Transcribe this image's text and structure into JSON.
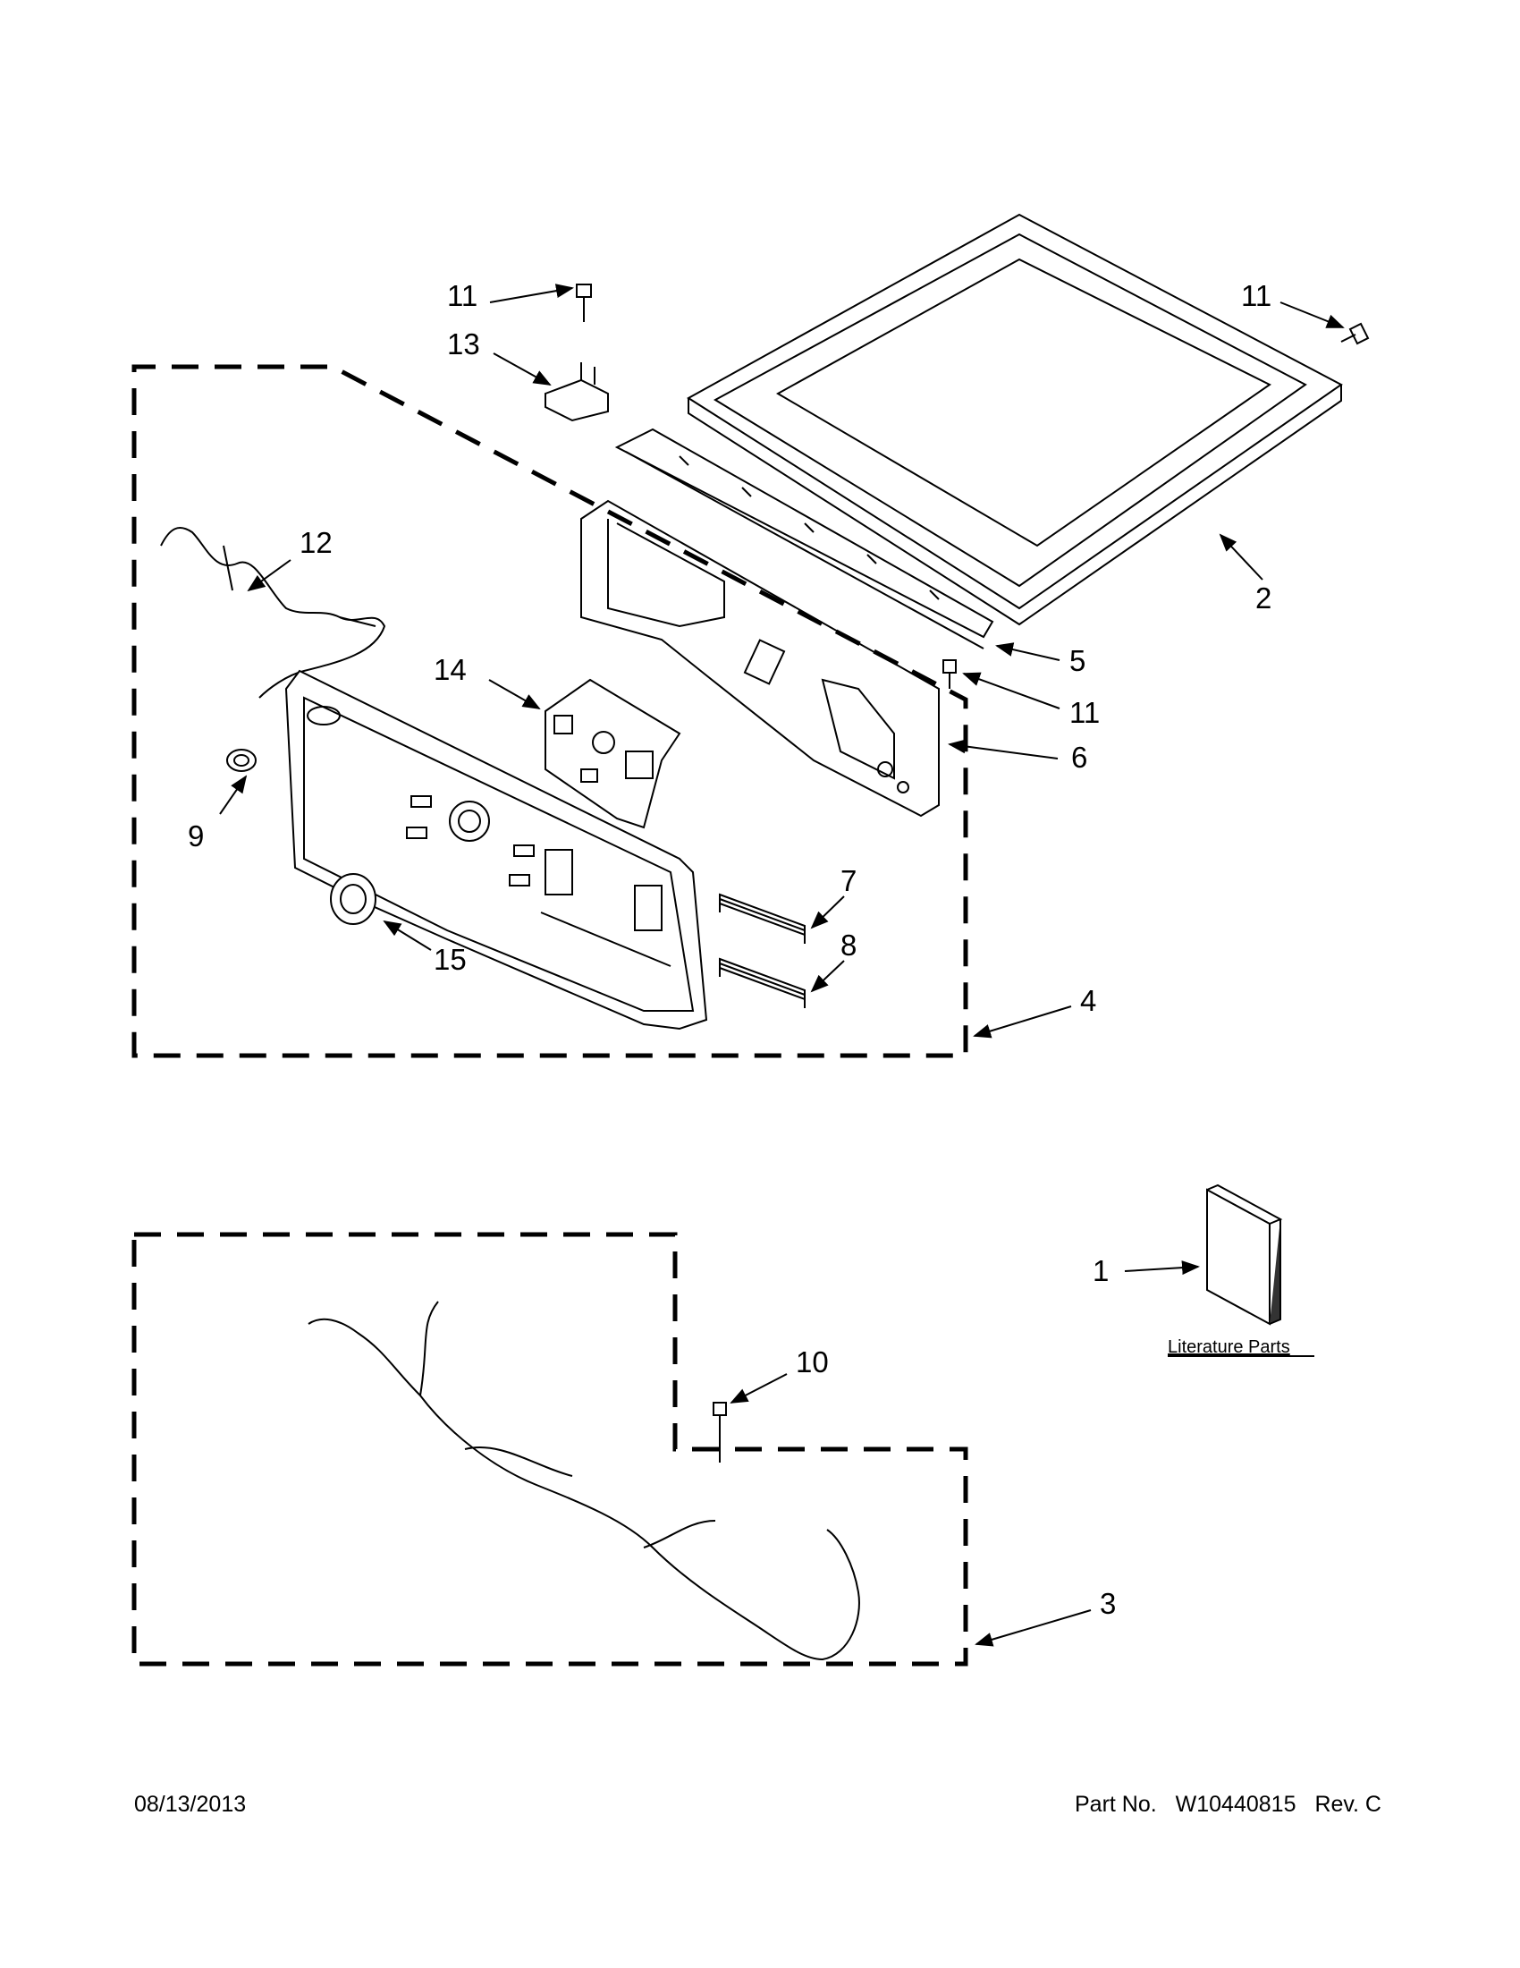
{
  "callouts": [
    {
      "id": "c11a",
      "label": "11"
    },
    {
      "id": "c13",
      "label": "13"
    },
    {
      "id": "c11b",
      "label": "11"
    },
    {
      "id": "c2",
      "label": "2"
    },
    {
      "id": "c12",
      "label": "12"
    },
    {
      "id": "c14",
      "label": "14"
    },
    {
      "id": "c5",
      "label": "5"
    },
    {
      "id": "c11c",
      "label": "11"
    },
    {
      "id": "c6",
      "label": "6"
    },
    {
      "id": "c9",
      "label": "9"
    },
    {
      "id": "c7",
      "label": "7"
    },
    {
      "id": "c8",
      "label": "8"
    },
    {
      "id": "c15",
      "label": "15"
    },
    {
      "id": "c4",
      "label": "4"
    },
    {
      "id": "c1",
      "label": "1"
    },
    {
      "id": "c10",
      "label": "10"
    },
    {
      "id": "c3",
      "label": "3"
    }
  ],
  "literature_caption": "Literature Parts",
  "footer": {
    "date": "08/13/2013",
    "part_no_label": "Part No.",
    "part_no": "W10440815",
    "revision": "Rev. C"
  }
}
